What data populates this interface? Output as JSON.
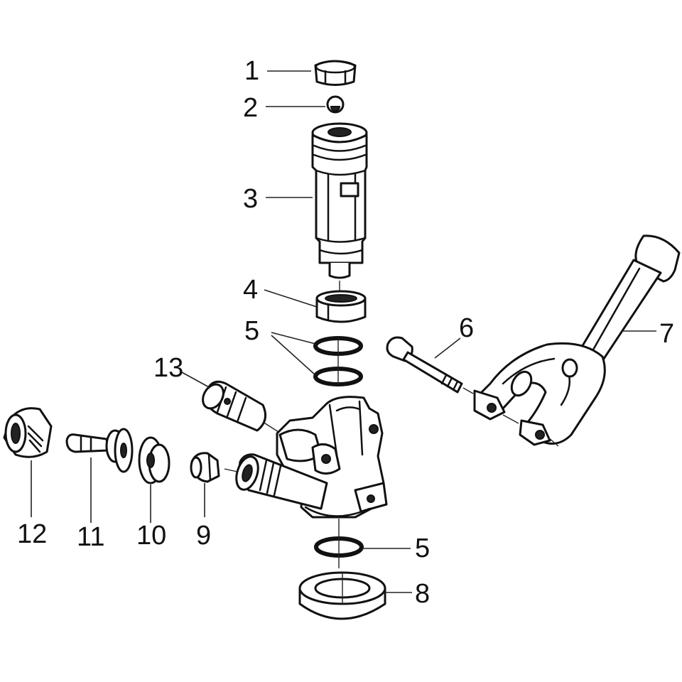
{
  "diagram": {
    "callouts": [
      {
        "id": "1",
        "label": "1"
      },
      {
        "id": "2",
        "label": "2"
      },
      {
        "id": "3",
        "label": "3"
      },
      {
        "id": "4",
        "label": "4"
      },
      {
        "id": "5a",
        "label": "5"
      },
      {
        "id": "5b",
        "label": "5"
      },
      {
        "id": "6",
        "label": "6"
      },
      {
        "id": "7",
        "label": "7"
      },
      {
        "id": "8",
        "label": "8"
      },
      {
        "id": "9",
        "label": "9"
      },
      {
        "id": "10",
        "label": "10"
      },
      {
        "id": "11",
        "label": "11"
      },
      {
        "id": "12",
        "label": "12"
      },
      {
        "id": "13",
        "label": "13"
      }
    ]
  }
}
